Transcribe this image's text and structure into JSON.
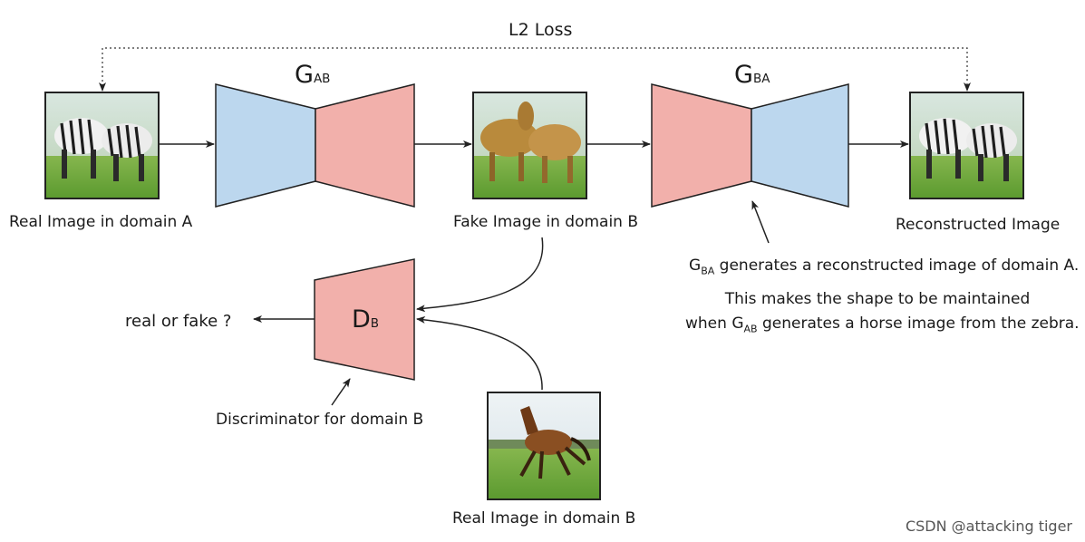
{
  "diagram": {
    "loss_label": "L2 Loss",
    "generator_ab": {
      "letter": "G",
      "sub": "AB"
    },
    "generator_ba": {
      "letter": "G",
      "sub": "BA"
    },
    "discriminator_b": {
      "letter": "D",
      "sub": "B"
    },
    "real_image_a_label": "Real Image in domain A",
    "fake_image_b_label": "Fake Image in domain B",
    "reconstructed_label": "Reconstructed Image",
    "real_image_b_label": "Real Image in domain B",
    "real_or_fake_label": "real or fake ?",
    "discriminator_caption": "Discriminator for domain B",
    "note_line1": {
      "pre": "G",
      "sub": "BA",
      "post": " generates a reconstructed image of domain A."
    },
    "note_line2": "This makes the shape to be maintained",
    "note_line3": {
      "pre": "when G",
      "sub": "AB",
      "post": " generates a horse image from the zebra."
    },
    "colors": {
      "encoder": "#bcd7ee",
      "decoder": "#f2b0ab",
      "stroke": "#222222"
    }
  },
  "watermark": "CSDN @attacking tiger"
}
